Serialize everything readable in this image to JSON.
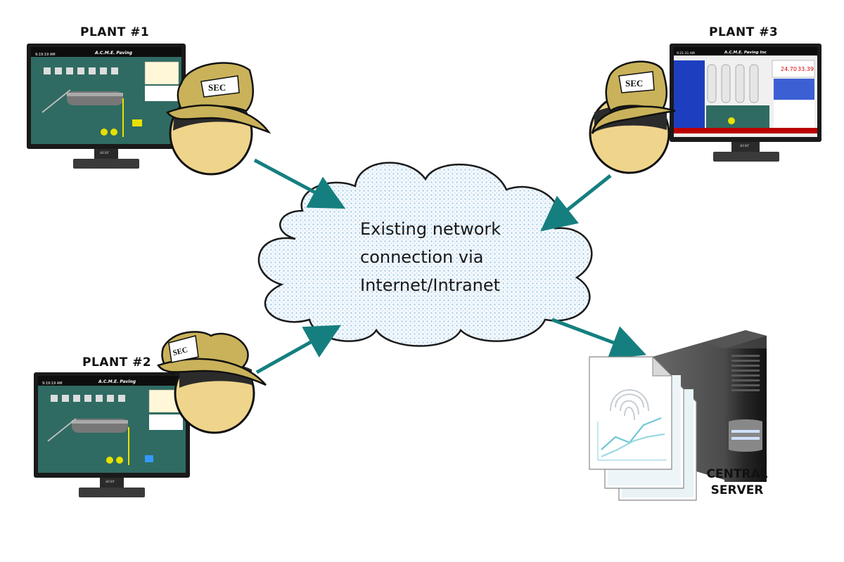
{
  "plants": [
    {
      "label": "PLANT #1",
      "screen_title": "A.C.M.E. Paving",
      "screen_time": "9:19:19 AM"
    },
    {
      "label": "PLANT #2",
      "screen_title": "A.C.M.E. Paving",
      "screen_time": "9:19:19 AM"
    },
    {
      "label": "PLANT #3",
      "screen_title": "A.C.M.E. Paving Inc",
      "screen_time": "9:21:31 AM"
    }
  ],
  "hat_badge": "SEC",
  "monitor_brand": "acer",
  "cloud": {
    "lines": [
      "Existing network",
      "connection via",
      "Internet/Intranet"
    ]
  },
  "server": {
    "lines": [
      "CENTRAL",
      "SERVER"
    ]
  },
  "colors": {
    "arrow": "#157f7f",
    "screen_bg": "#2f6b62",
    "hat": "#c9b25a",
    "face": "#efd48c",
    "cloud_fill": "#e8f3fa",
    "server_dark": "#2a2a2a"
  }
}
